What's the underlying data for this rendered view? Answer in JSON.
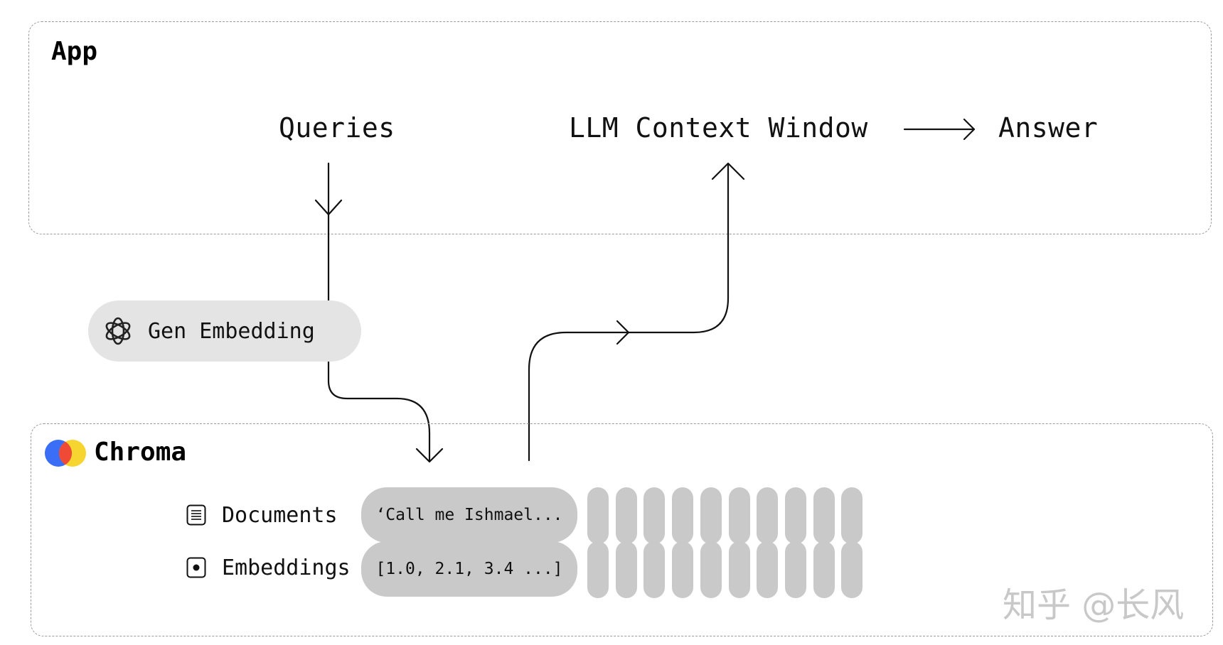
{
  "app": {
    "title": "App",
    "nodes": {
      "queries": "Queries",
      "context_window": "LLM Context Window",
      "answer": "Answer"
    }
  },
  "embedding_step": {
    "label": "Gen Embedding",
    "icon": "openai-logo-icon"
  },
  "chroma": {
    "title": "Chroma",
    "logo": "chroma-logo-icon",
    "colors": {
      "blue": "#3b6ef6",
      "red": "#ef4a36",
      "yellow": "#f7d531"
    },
    "rows": [
      {
        "label": "Documents",
        "icon": "document-icon",
        "value": "‘Call me Ishmael..."
      },
      {
        "label": "Embeddings",
        "icon": "embedding-icon",
        "value": "[1.0, 2.1, 3.4 ...]"
      }
    ],
    "extra_columns": 10
  },
  "watermark": "知乎 @长风"
}
